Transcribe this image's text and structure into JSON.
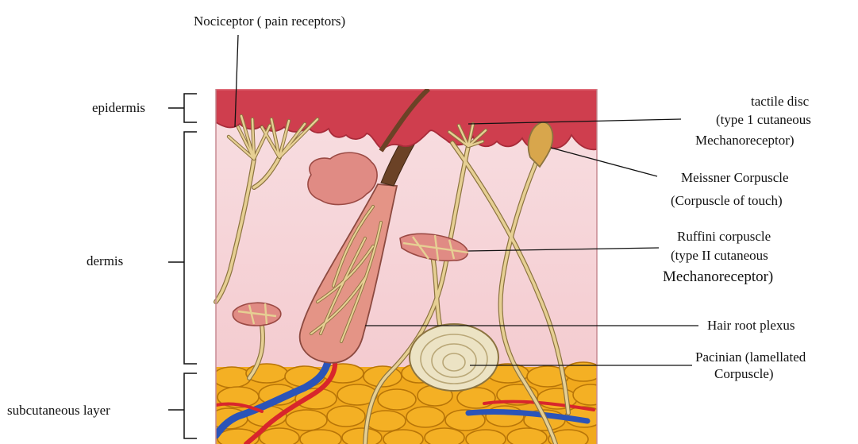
{
  "colors": {
    "epidermis": "#cf3e4e",
    "epidermis_dark": "#a82c3a",
    "dermis": "#f7d9dc",
    "dermis_edge": "#f2c2c7",
    "fat": "#f1a91d",
    "fat_edge": "#b87508",
    "nerve": "#e6cf93",
    "nerve_edge": "#8c7440",
    "follicle": "#e49486",
    "gland": "#e08b84",
    "hair": "#6b4226",
    "artery": "#d8262c",
    "vein": "#2b54b8",
    "pacinian": "#ece3c4",
    "leader": "#111111"
  },
  "labels": {
    "nociceptor": "Nociceptor  ( pain receptors)",
    "epidermis": "epidermis",
    "dermis": "dermis",
    "subcutaneous": "subcutaneous layer",
    "tactile_1": "tactile  disc",
    "tactile_2": "(type 1 cutaneous",
    "tactile_3": "Mechanoreceptor)",
    "meissner_1": "Meissner  Corpuscle",
    "meissner_2": "(Corpuscle of touch)",
    "ruffini_1": "Ruffini corpuscle",
    "ruffini_2": "(type II cutaneous",
    "ruffini_3": "Mechanoreceptor)",
    "hair_root": "Hair root plexus",
    "pacinian_1": "Pacinian  (lamellated",
    "pacinian_2": "Corpuscle)"
  }
}
